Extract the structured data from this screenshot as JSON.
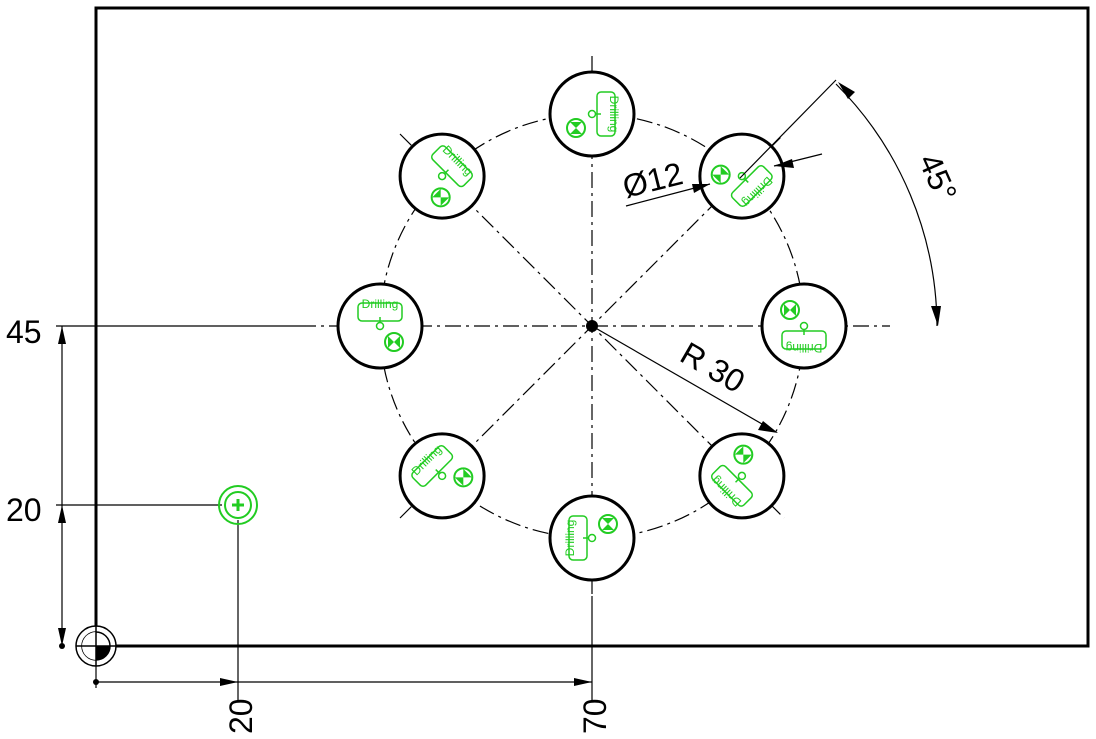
{
  "colors": {
    "ink": "#000000",
    "feature": "#22cc22",
    "background": "#ffffff"
  },
  "dimensions": {
    "y_top": "45",
    "y_small": "20",
    "x_small": "20",
    "x_center": "70",
    "radius": "R 30",
    "diameter": "Ø12",
    "angle": "45°"
  },
  "holes": [
    {
      "angle_deg": 90,
      "label": "Drilling"
    },
    {
      "angle_deg": 45,
      "label": "Drilling"
    },
    {
      "angle_deg": 0,
      "label": "Drilling"
    },
    {
      "angle_deg": -45,
      "label": "Drilling"
    },
    {
      "angle_deg": -90,
      "label": "Drilling"
    },
    {
      "angle_deg": -135,
      "label": "Drilling"
    },
    {
      "angle_deg": 180,
      "label": "Drilling"
    },
    {
      "angle_deg": 135,
      "label": "Drilling"
    }
  ],
  "icons": {
    "origin": "origin-marker-icon",
    "small_hole": "crosshair-hole-icon",
    "drill": "drill-symbol-icon"
  }
}
